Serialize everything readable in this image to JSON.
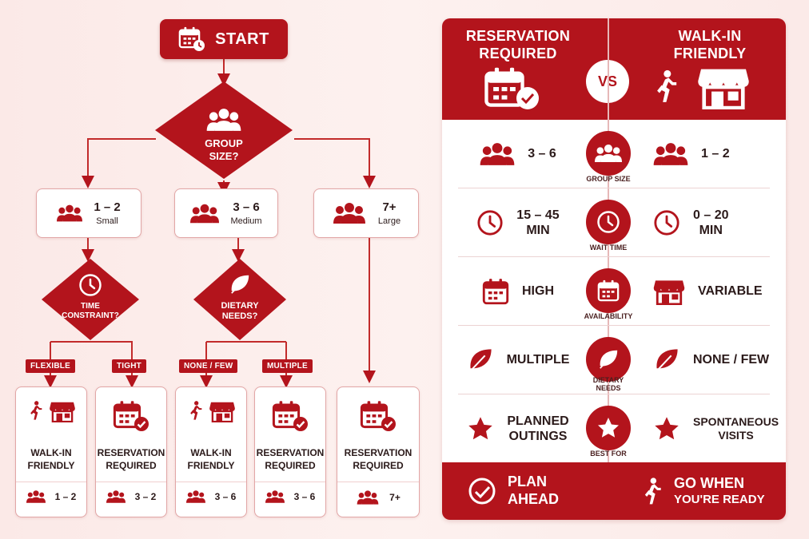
{
  "flow": {
    "start_label": "START",
    "group_question": "GROUP\nSIZE?",
    "sizes": [
      {
        "value": "1 – 2",
        "label": "Small"
      },
      {
        "value": "3 – 6",
        "label": "Medium"
      },
      {
        "value": "7+",
        "label": "Large"
      }
    ],
    "time_question": "TIME\nCONSTRAINT?",
    "dietary_question": "DIETARY\nNEEDS?",
    "branches": [
      "FLEXIBLE",
      "TIGHT",
      "NONE / FEW",
      "MULTIPLE"
    ],
    "outcomes": [
      {
        "label": "WALK-IN\nFRIENDLY",
        "count": "1 – 2",
        "type": "walkin"
      },
      {
        "label": "RESERVATION\nREQUIRED",
        "count": "3 – 2",
        "type": "reserve"
      },
      {
        "label": "WALK-IN\nFRIENDLY",
        "count": "3 – 6",
        "type": "walkin"
      },
      {
        "label": "RESERVATION\nREQUIRED",
        "count": "3 – 6",
        "type": "reserve"
      },
      {
        "label": "RESERVATION\nREQUIRED",
        "count": "7+",
        "type": "reserve"
      }
    ]
  },
  "compare": {
    "left_title": "RESERVATION\nREQUIRED",
    "right_title": "WALK-IN\nFRIENDLY",
    "vs": "VS",
    "rows": [
      {
        "left": "3 – 6",
        "center": "GROUP SIZE",
        "right": "1 – 2",
        "icon": "group"
      },
      {
        "left": "15 – 45\nMIN",
        "center": "WAIT TIME",
        "right": "0 – 20\nMIN",
        "icon": "clock"
      },
      {
        "left": "HIGH",
        "center": "AVAILABILITY",
        "right": "VARIABLE",
        "icon": "calendar"
      },
      {
        "left": "MULTIPLE",
        "center": "DIETARY\nNEEDS",
        "right": "NONE / FEW",
        "icon": "leaf"
      },
      {
        "left": "PLANNED\nOUTINGS",
        "center": "BEST FOR",
        "right": "SPONTANEOUS\nVISITS",
        "icon": "star"
      }
    ],
    "footer_left": "PLAN\nAHEAD",
    "footer_right_line1": "GO WHEN",
    "footer_right_line2": "YOU'RE READY"
  },
  "colors": {
    "accent": "#b3141c",
    "border": "#e2a6a6",
    "background": "#fbe9e7"
  }
}
